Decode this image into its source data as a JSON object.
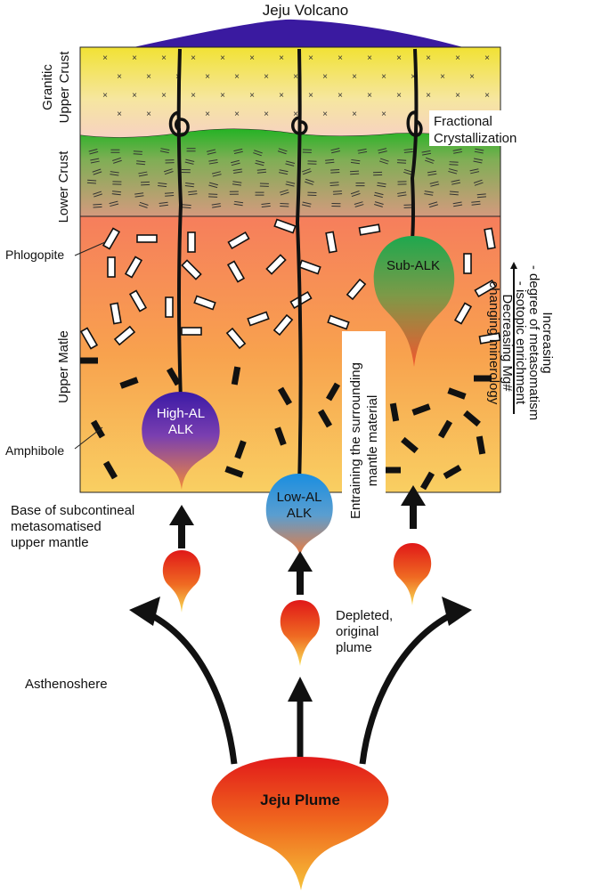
{
  "title": "Jeju Volcano",
  "layers": {
    "upper_crust": [
      "Granitic",
      "Upper Crust"
    ],
    "lower_crust": "Lower Crust",
    "upper_mantle": "Upper Matle",
    "asthenosphere": "Asthenoshere"
  },
  "minerals": {
    "phlogopite": "Phlogopite",
    "amphibole": "Amphibole"
  },
  "process": [
    "Fractional",
    "Crystallization"
  ],
  "magmas": {
    "high_al": [
      "High-AL",
      "ALK"
    ],
    "low_al": [
      "Low-AL",
      "ALK"
    ],
    "sub_alk": "Sub-ALK"
  },
  "base_label": [
    "Base of subcontineal",
    "metasomatised",
    "upper mantle"
  ],
  "entraining_label": [
    "Entraining the surrounding",
    "mantle material"
  ],
  "depleted_label": [
    "Depleted,",
    "original",
    "plume"
  ],
  "trend_label": [
    "Increasing",
    "- degree of metasomatism",
    "- isotopic enrichment",
    "Decreasing Mg#",
    "changing minerology"
  ],
  "plume_label": "Jeju Plume",
  "colors": {
    "volcano": "#3a1aa0",
    "upper_crust_top": "#f1e234",
    "upper_crust_bottom": "#f6d3c6",
    "lower_crust_top": "#2cb52c",
    "lower_crust_bottom": "#c99a7a",
    "mantle_top": "#f6805a",
    "mantle_bottom": "#f8c85a",
    "high_al": "#4a2aa8",
    "low_al": "#1f8fd8",
    "sub_alk": "#22a852",
    "plume_red": "#e21a1a",
    "plume_yellow": "#f4c430"
  }
}
